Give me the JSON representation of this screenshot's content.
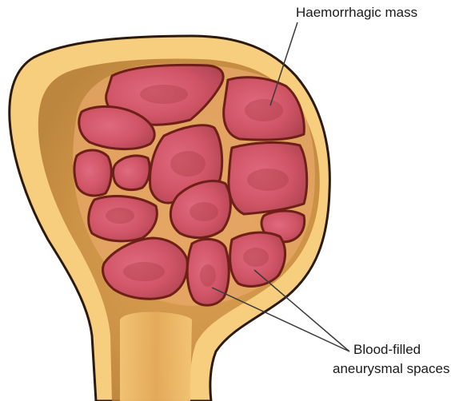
{
  "labels": {
    "haemorrhagic_mass": "Haemorrhagic mass",
    "blood_filled_line1": "Blood-filled",
    "blood_filled_line2": "aneurysmal spaces"
  },
  "colors": {
    "bone_outline": "#2b1a0e",
    "bone_light": "#f7cd7e",
    "bone_cortex": "#f2bf6a",
    "marrow_dark": "#c08a3c",
    "lesion_fill": "#d7576c",
    "lesion_dark": "#a6383f",
    "lesion_outline": "#6e1f17",
    "septa": "#e8a86a",
    "leader_line": "#3a3a3a"
  },
  "icons": {
    "bone": "bone-head-icon",
    "lesion": "aneurysmal-cyst-icon"
  }
}
